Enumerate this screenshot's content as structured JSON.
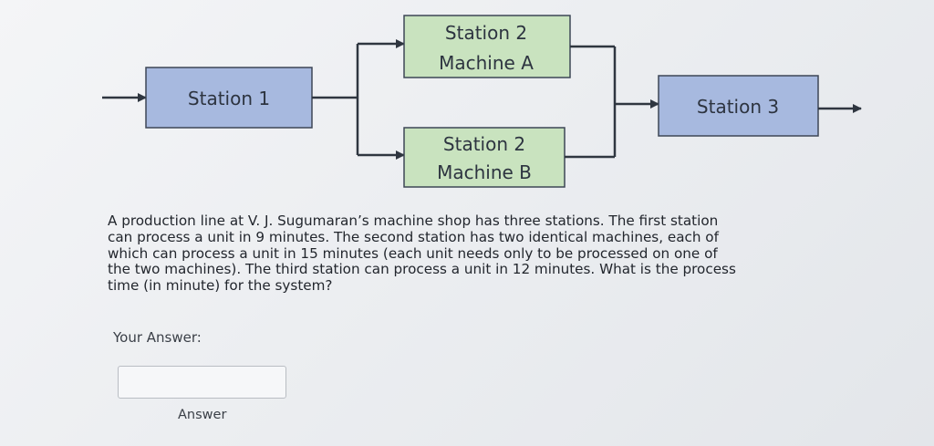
{
  "diagram": {
    "station1": "Station 1",
    "station2a_line1": "Station 2",
    "station2a_line2": "Machine A",
    "station2b_line1": "Station 2",
    "station2b_line2": "Machine B",
    "station3": "Station 3"
  },
  "colors": {
    "blue_box": "#a7b9df",
    "green_box": "#c9e3bf",
    "box_border": "#3d4656",
    "line": "#2f3640"
  },
  "question": {
    "text": "A production line at V. J. Sugumaran’s machine shop has three stations. The first station can process a unit in 9 minutes. The second station has two identical machines, each of which can process a unit in 15 minutes (each unit needs only to be processed on one of the two machines). The third station can process a unit in 12 minutes. What is the process time (in minute) for the system?"
  },
  "answer": {
    "prompt": "Your Answer:",
    "value": "",
    "placeholder": "",
    "label": "Answer"
  }
}
